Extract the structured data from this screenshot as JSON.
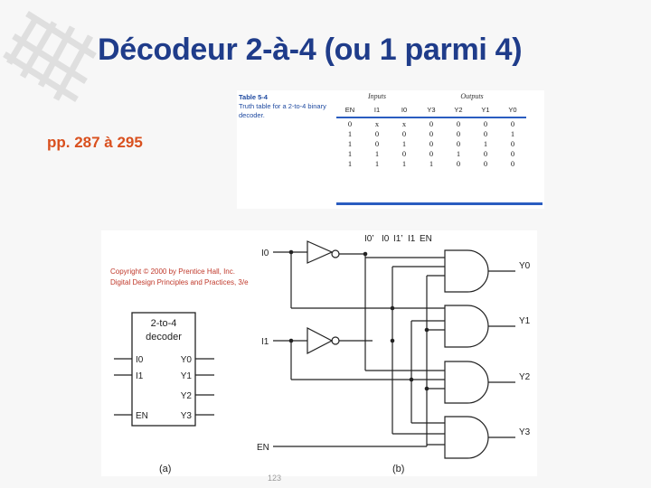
{
  "slide": {
    "title": "Décodeur 2-à-4 (ou 1 parmi 4)",
    "page_ref": "pp. 287 à 295",
    "page_number": "123"
  },
  "table": {
    "number": "Table 5-4",
    "caption": "Truth table for a 2-to-4 binary decoder.",
    "group_inputs": "Inputs",
    "group_outputs": "Outputs",
    "headers": [
      "EN",
      "I1",
      "I0",
      "Y3",
      "Y2",
      "Y1",
      "Y0"
    ],
    "rows": [
      [
        "0",
        "x",
        "x",
        "0",
        "0",
        "0",
        "0"
      ],
      [
        "1",
        "0",
        "0",
        "0",
        "0",
        "0",
        "1"
      ],
      [
        "1",
        "0",
        "1",
        "0",
        "0",
        "1",
        "0"
      ],
      [
        "1",
        "1",
        "0",
        "0",
        "1",
        "0",
        "0"
      ],
      [
        "1",
        "1",
        "1",
        "1",
        "0",
        "0",
        "0"
      ]
    ]
  },
  "diagram": {
    "copyright_line1": "Copyright © 2000 by Prentice Hall, Inc.",
    "copyright_line2": "Digital Design Principles and Practices, 3/e",
    "block_title1": "2-to-4",
    "block_title2": "decoder",
    "block_inputs": [
      "I0",
      "I1",
      "EN"
    ],
    "block_outputs": [
      "Y0",
      "Y1",
      "Y2",
      "Y3"
    ],
    "bus_labels": [
      "I0’",
      "I0",
      "I1’",
      "I1",
      "EN"
    ],
    "input_I0": "I0",
    "input_I1": "I1",
    "input_EN": "EN",
    "outputs": [
      "Y0",
      "Y1",
      "Y2",
      "Y3"
    ],
    "label_a": "(a)",
    "label_b": "(b)"
  },
  "colors": {
    "title": "#1f3c8a",
    "page_ref": "#d9501e",
    "copyright": "#c0392b",
    "table_rule": "#2a5dc0",
    "table_caption": "#1f4aa0"
  }
}
